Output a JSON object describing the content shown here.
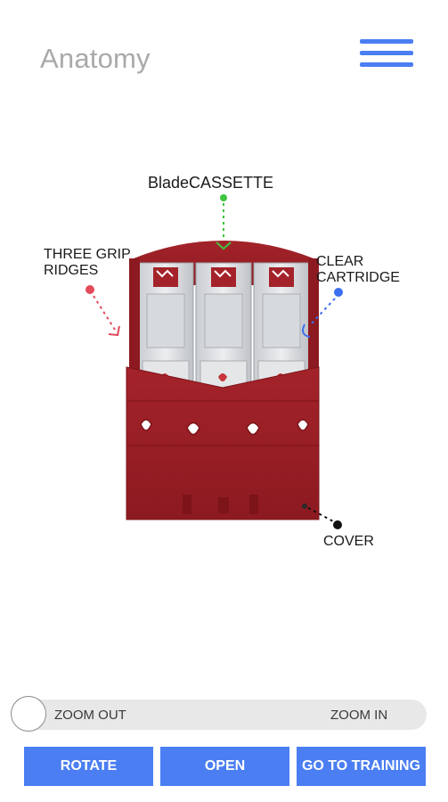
{
  "header": {
    "title": "Anatomy",
    "menu_icon": "hamburger-menu-icon"
  },
  "callouts": {
    "blade_cassette": "BladeCASSETTE",
    "grip_ridges_line1": "THREE GRIP",
    "grip_ridges_line2": "RIDGES",
    "clear_cartridge_line1": "CLEAR",
    "clear_cartridge_line2": "CARTRIDGE",
    "cover": "COVER"
  },
  "colors": {
    "accent": "#4a7ef2",
    "cassette_red": "#9b1c22",
    "callout_green": "#3fc53f",
    "callout_red": "#e24a5a",
    "callout_blue": "#3b6ff0",
    "callout_black": "#111111"
  },
  "zoom": {
    "out_label": "ZOOM OUT",
    "in_label": "ZOOM IN",
    "level": 0
  },
  "actions": {
    "rotate": "ROTATE",
    "open": "OPEN",
    "training": "GO TO TRAINING"
  }
}
